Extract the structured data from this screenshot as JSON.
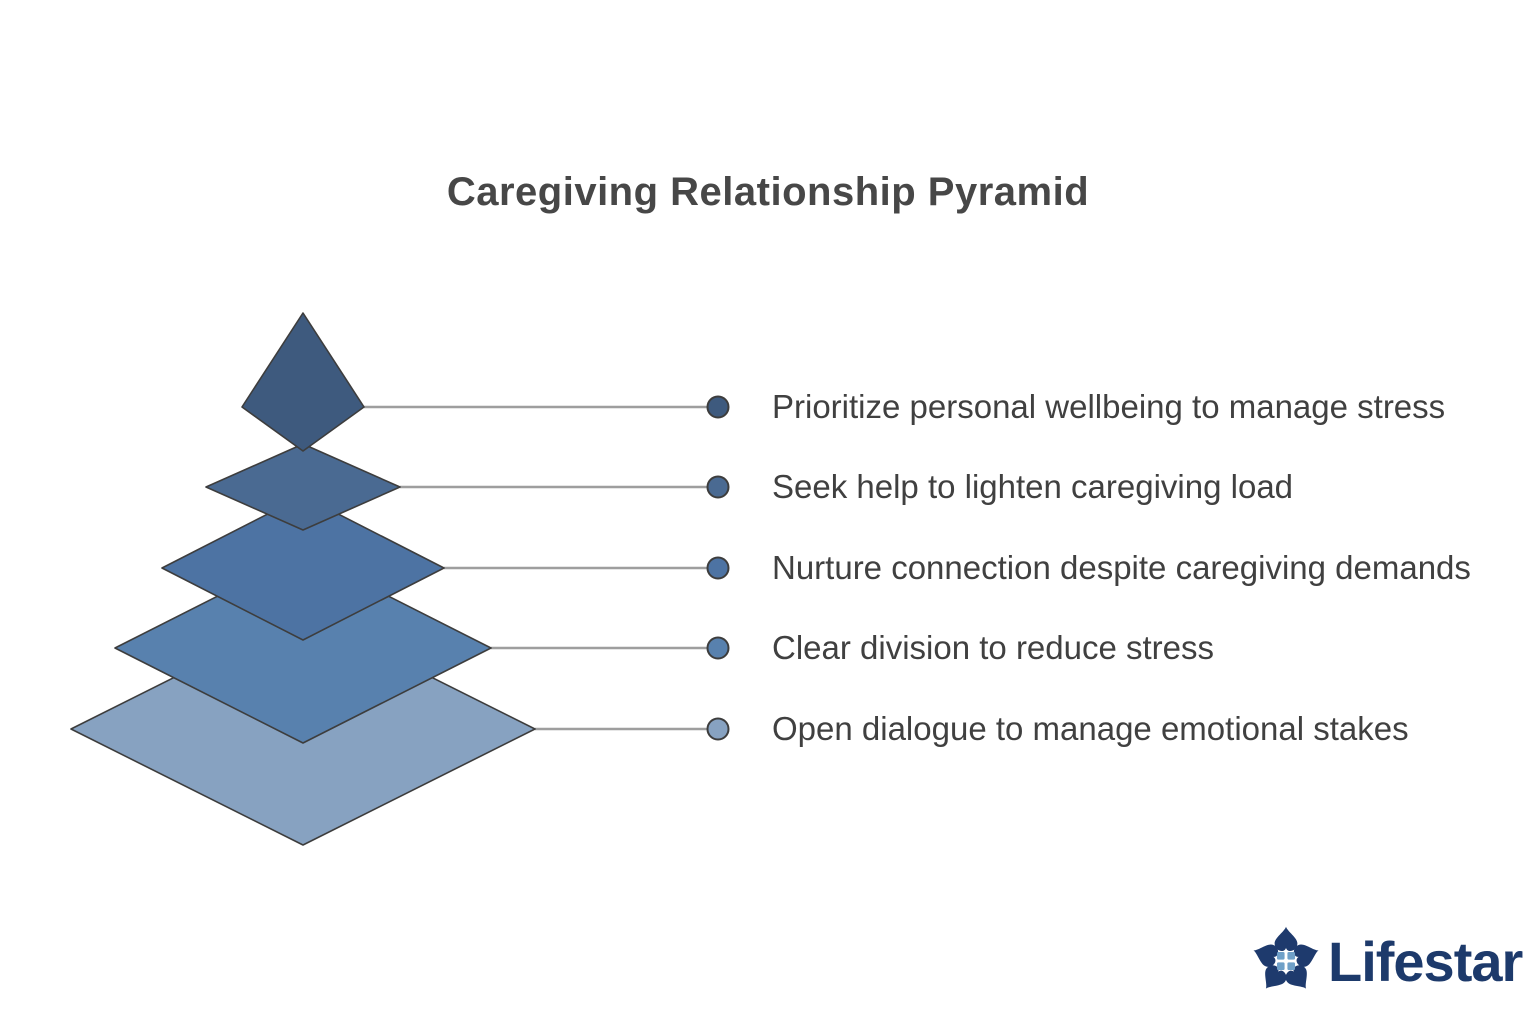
{
  "title": "Caregiving Relationship Pyramid",
  "pyramid": {
    "layers": [
      {
        "label": "Prioritize personal wellbeing to manage stress",
        "color": "#3e5a7e"
      },
      {
        "label": "Seek help to lighten caregiving load",
        "color": "#4a6a92"
      },
      {
        "label": "Nurture connection despite caregiving demands",
        "color": "#4d73a3"
      },
      {
        "label": "Clear division to reduce stress",
        "color": "#5881ae"
      },
      {
        "label": "Open dialogue to manage emotional stakes",
        "color": "#87a2c1"
      }
    ],
    "outline_color": "#3d3d3d"
  },
  "connectors": {
    "color": "#9e9e9e"
  },
  "logo": {
    "text": "Lifestar",
    "text_color": "#1d3a6b",
    "icon_color": "#1e3a6d",
    "window_color": "#6fa0c8"
  }
}
